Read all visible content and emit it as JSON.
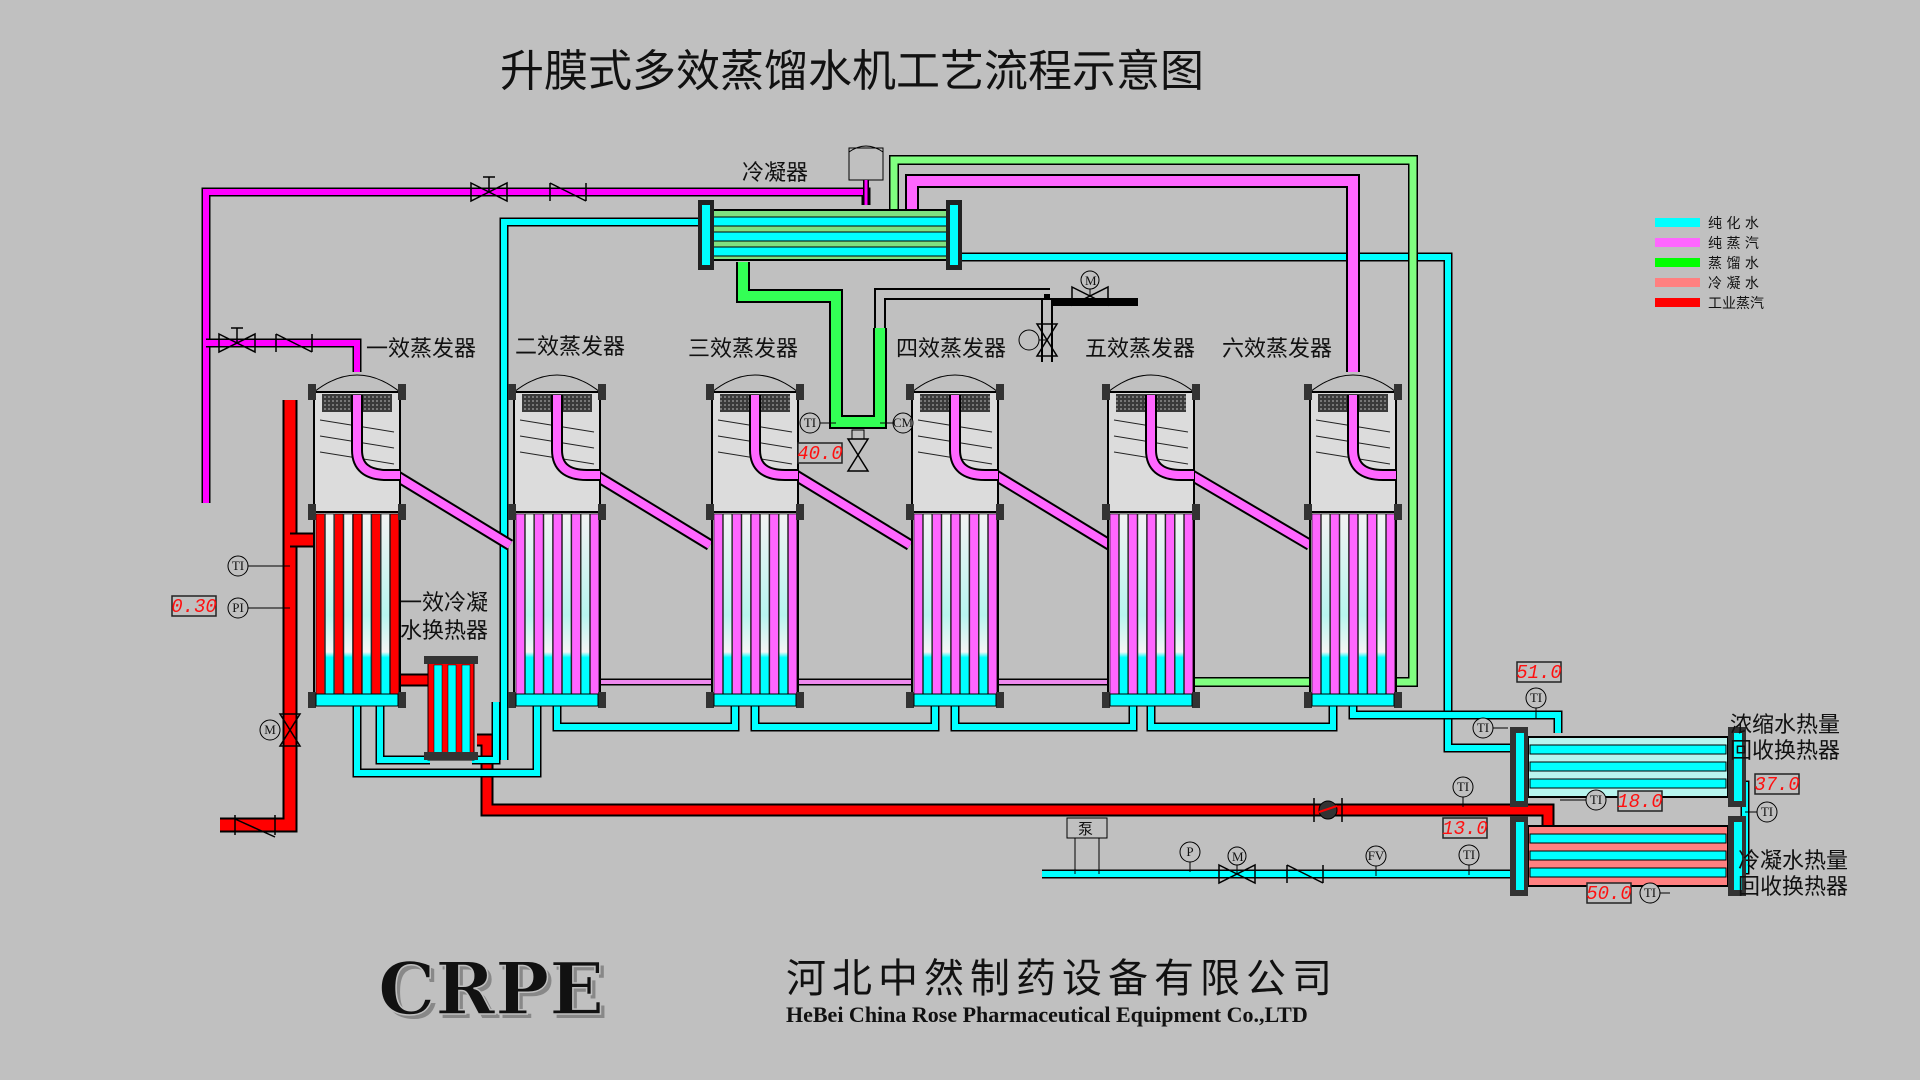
{
  "title": "升膜式多效蒸馏水机工艺流程示意图",
  "condenser_label": "冷凝器",
  "evaporators": [
    {
      "label": "一效蒸发器"
    },
    {
      "label": "二效蒸发器"
    },
    {
      "label": "三效蒸发器"
    },
    {
      "label": "四效蒸发器"
    },
    {
      "label": "五效蒸发器"
    },
    {
      "label": "六效蒸发器"
    }
  ],
  "first_effect_exchanger_label": [
    "一效冷凝",
    "水换热器"
  ],
  "concentrate_exchanger_label": [
    "浓缩水热量",
    "回收换热器"
  ],
  "condensate_exchanger_label": [
    "冷凝水热量",
    "回收换热器"
  ],
  "pump_label": "泵",
  "legend": [
    {
      "label": "纯 化 水",
      "color": "#00ffff"
    },
    {
      "label": "纯 蒸 汽",
      "color": "#ff66ff"
    },
    {
      "label": "蒸 馏 水",
      "color": "#00ff00"
    },
    {
      "label": "冷 凝 水",
      "color": "#ff8080"
    },
    {
      "label": "工业蒸汽",
      "color": "#ff0000"
    }
  ],
  "instruments": {
    "ti": "TI",
    "pi": "PI",
    "p": "P",
    "m": "M",
    "fv": "FV",
    "cm": "CM"
  },
  "readouts": {
    "steam_pressure": "0.30",
    "distilled_temp": "40.0",
    "concentrate_in_temp": "51.0",
    "concentrate_out_temp": "18.0",
    "exchanger_link_temp": "37.0",
    "feed_temp": "13.0",
    "condensate_out_temp": "50.0"
  },
  "colors": {
    "background": "#c0c0c0",
    "purified_water": "#00ffff",
    "pure_steam": "#ff66ff",
    "distilled_water": "#00ff00",
    "condensate": "#ff8080",
    "industrial_steam": "#ff0000"
  },
  "footer": {
    "logo": "CRPE",
    "company_cn": "河北中然制药设备有限公司",
    "company_en": "HeBei China Rose Pharmaceutical Equipment Co.,LTD"
  }
}
